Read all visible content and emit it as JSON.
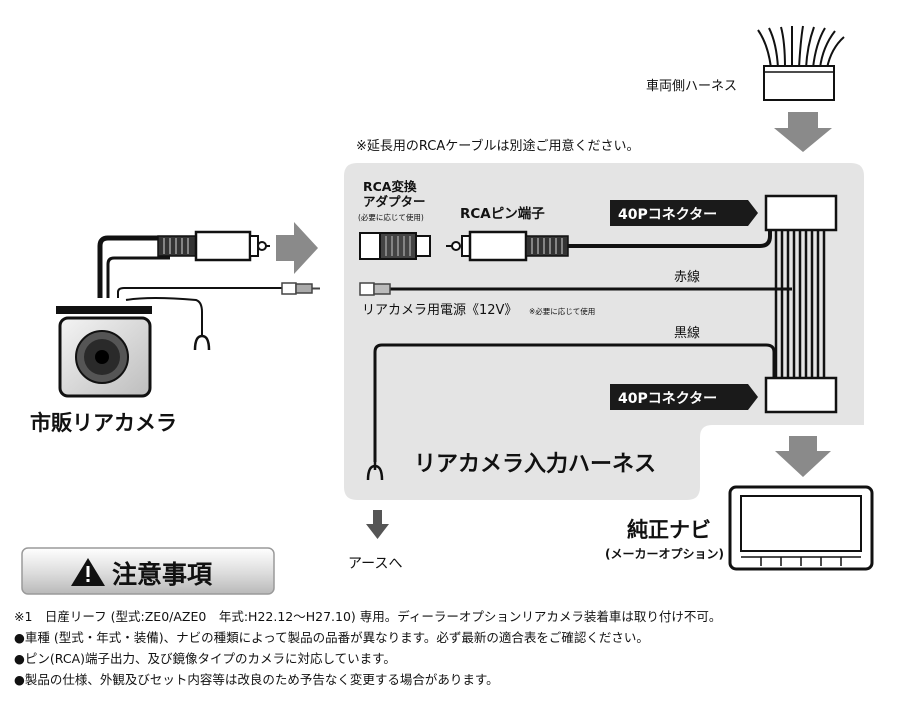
{
  "labels": {
    "vehicle_harness": "車両側ハーネス",
    "note_rca_cable": "※延長用のRCAケーブルは別途ご用意ください。",
    "rca_adapter_line1": "RCA変換",
    "rca_adapter_line2": "アダプター",
    "rca_adapter_note": "(必要に応じて使用)",
    "rca_pin_terminal": "RCAピン端子",
    "connector_top": "40Pコネクター",
    "connector_bottom": "40Pコネクター",
    "red_wire": "赤線",
    "black_wire": "黒線",
    "power_label": "リアカメラ用電源《12V》",
    "power_note": "※必要に応じて使用",
    "harness_name": "リアカメラ入力ハーネス",
    "camera_name": "市販リアカメラ",
    "to_ground": "アースへ",
    "navi_name": "純正ナビ",
    "navi_option": "(メーカーオプション)",
    "caution_title": "注意事項"
  },
  "notes": [
    "※1　日産リーフ (型式:ZE0/AZE0　年式:H22.12〜H27.10) 専用。ディーラーオプションリアカメラ装着車は取り付け不可。",
    "●車種 (型式・年式・装備)、ナビの種類によって製品の品番が異なります。必ず最新の適合表をご確認ください。",
    "●ピン(RCA)端子出力、及び鏡像タイプのカメラに対応しています。",
    "●製品の仕様、外観及びセット内容等は改良のため予告なく変更する場合があります。"
  ],
  "colors": {
    "panel": "#e4e4e4",
    "arrow": "#8a8a8a",
    "connector_label_bg": "#1a1a1a",
    "wire": "#111111"
  },
  "icons": [
    "warning-icon",
    "ground-symbol-icon",
    "camera-icon",
    "navi-screen-icon"
  ]
}
